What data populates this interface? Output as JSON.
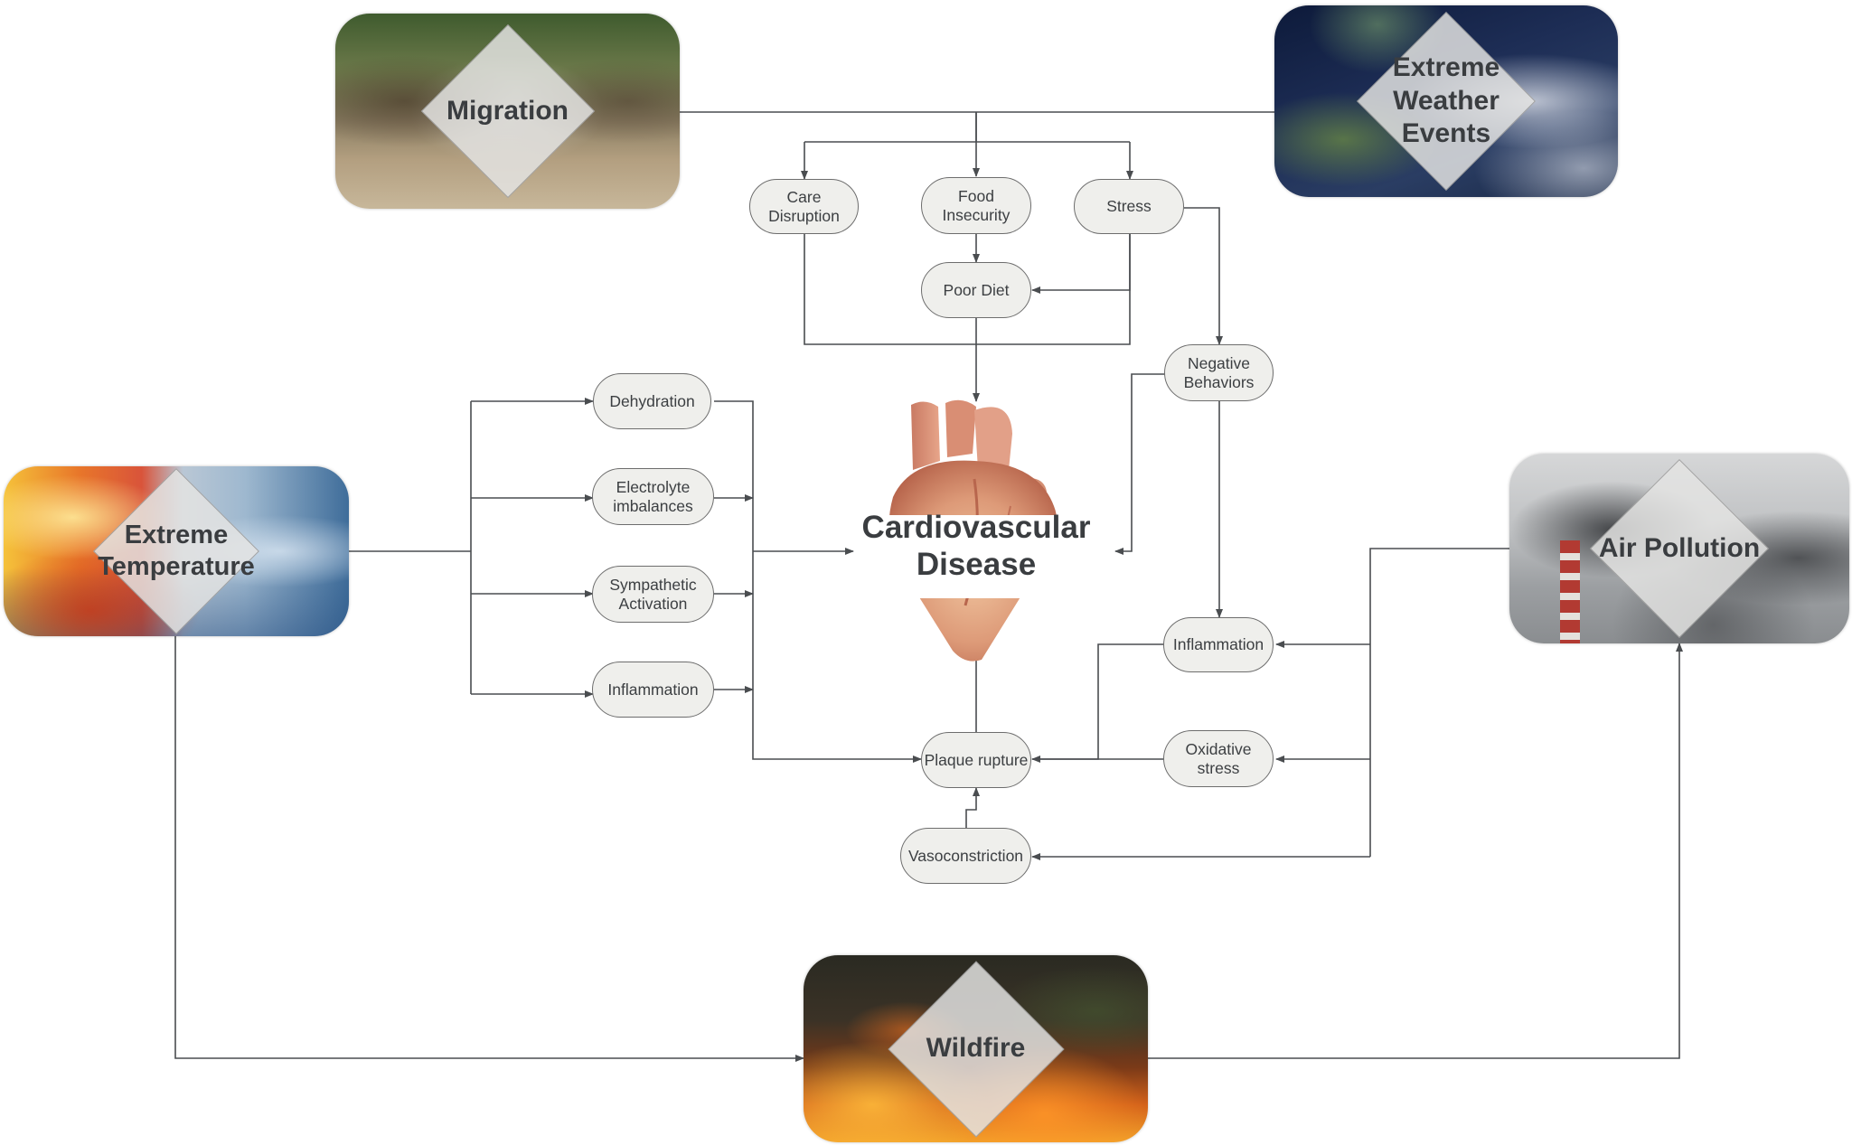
{
  "drivers": {
    "migration": {
      "label": "Migration",
      "icon": "migration-photo"
    },
    "extreme_weather": {
      "label": "Extreme\nWeather\nEvents",
      "icon": "satellite-storm-photo"
    },
    "extreme_temperature": {
      "label": "Extreme\nTemperature",
      "icon": "heat-and-ice-photo"
    },
    "air_pollution": {
      "label": "Air Pollution",
      "icon": "smokestack-photo"
    },
    "wildfire": {
      "label": "Wildfire",
      "icon": "forest-fire-photo"
    }
  },
  "pathways": {
    "care_disruption": "Care\nDisruption",
    "food_insecurity": "Food\nInsecurity",
    "stress": "Stress",
    "poor_diet": "Poor Diet",
    "negative_behaviors": "Negative\nBehaviors",
    "dehydration": "Dehydration",
    "electrolyte_imbalances": "Electrolyte\nimbalances",
    "sympathetic_activation": "Sympathetic\nActivation",
    "inflammation_left": "Inflammation",
    "inflammation_right": "Inflammation",
    "oxidative_stress": "Oxidative\nstress",
    "plaque_rupture": "Plaque rupture",
    "vasoconstriction": "Vasoconstriction"
  },
  "center": {
    "label": "Cardiovascular\nDisease",
    "icon": "heart-illustration"
  },
  "colors": {
    "line": "#4a4d50",
    "node_fill": "#efefec",
    "node_border": "#6d6d6d",
    "text": "#3a3d40"
  }
}
